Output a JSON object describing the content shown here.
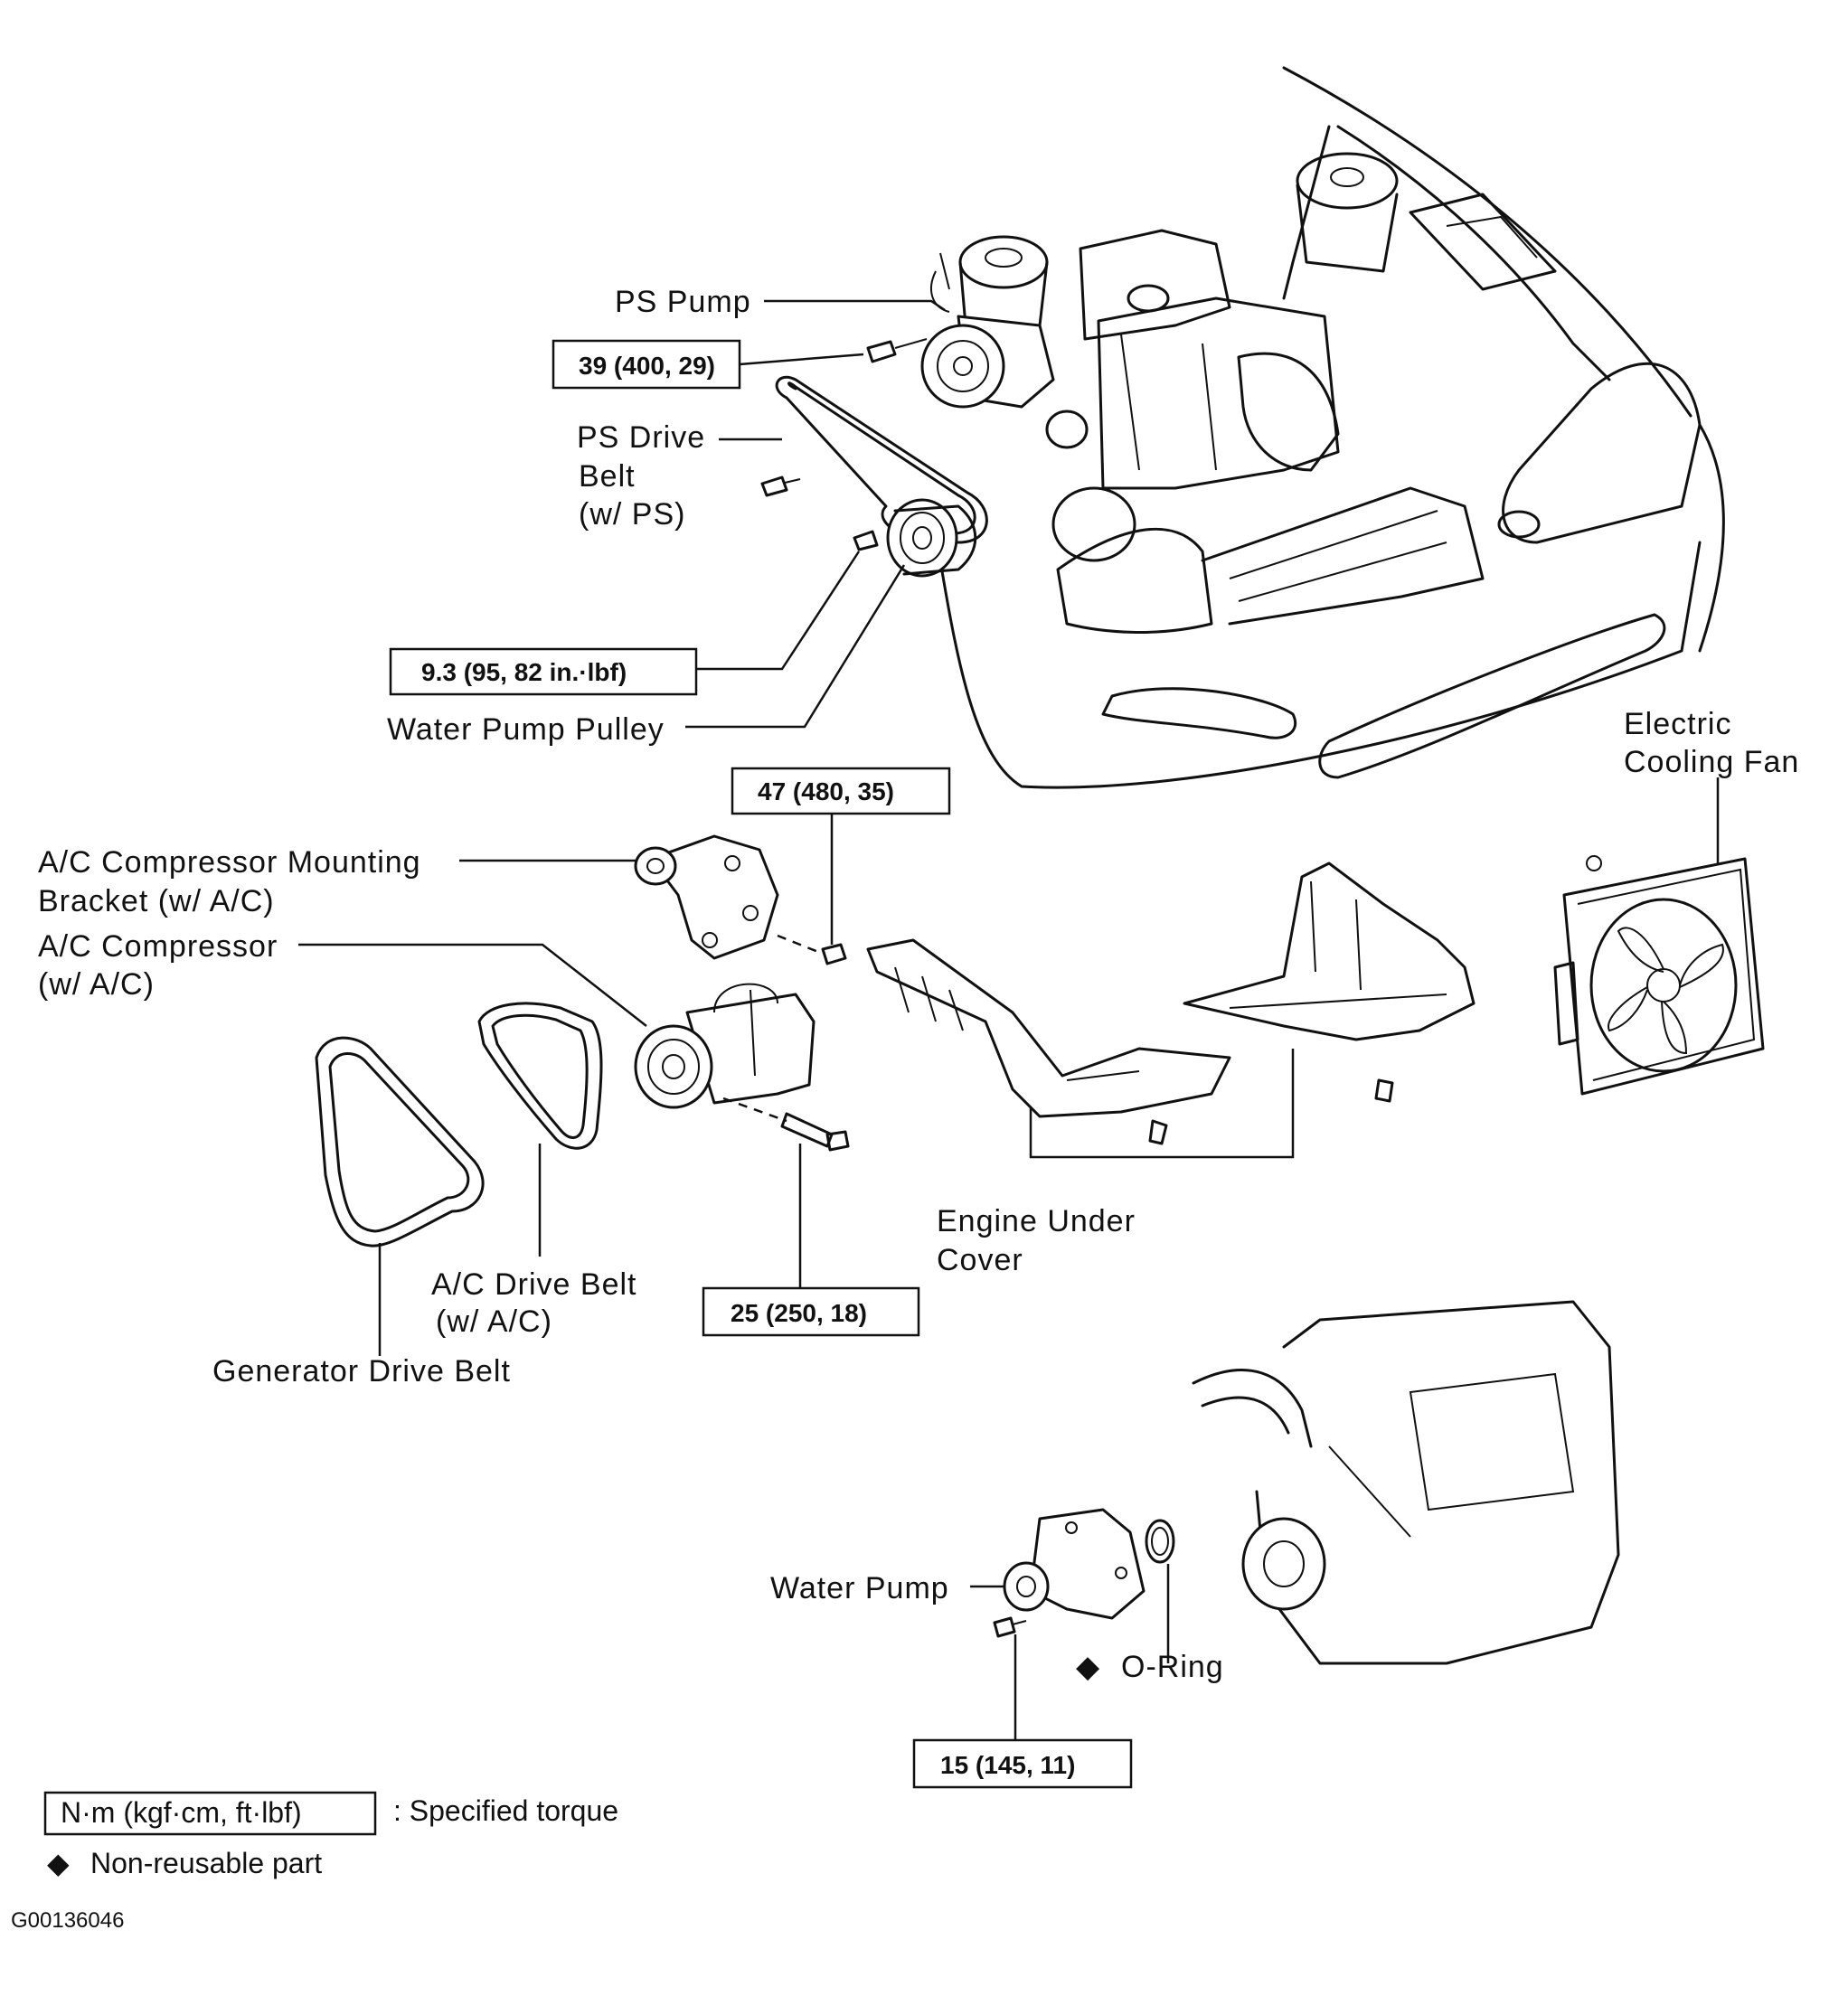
{
  "labels": {
    "ps_pump": "PS Pump",
    "ps_drive_belt": [
      "PS Drive",
      "Belt",
      "(w/ PS)"
    ],
    "water_pump_pulley": "Water Pump Pulley",
    "electric_cooling_fan": [
      "Electric",
      "Cooling Fan"
    ],
    "ac_mounting_bracket": [
      "A/C Compressor Mounting",
      "Bracket (w/ A/C)"
    ],
    "ac_compressor": [
      "A/C Compressor",
      "(w/ A/C)"
    ],
    "engine_under_cover": [
      "Engine Under",
      "Cover"
    ],
    "ac_drive_belt": [
      "A/C Drive Belt",
      "(w/ A/C)"
    ],
    "generator_drive_belt": "Generator Drive Belt",
    "water_pump": "Water Pump",
    "o_ring": "O-Ring"
  },
  "torques": {
    "ps_pump_bolt": "39 (400, 29)",
    "water_pump_pulley_bolt": "9.3 (95, 82 in.·lbf)",
    "bracket_bolt": "47 (480, 35)",
    "compressor_bolt": "25 (250, 18)",
    "water_pump_bolt": "15 (145, 11)"
  },
  "legend": {
    "unit_box": "N·m (kgf·cm, ft·lbf)",
    "unit_desc": ":  Specified torque",
    "diamond": "◆",
    "nonreusable": "Non-reusable part"
  },
  "figure_id": "G00136046"
}
